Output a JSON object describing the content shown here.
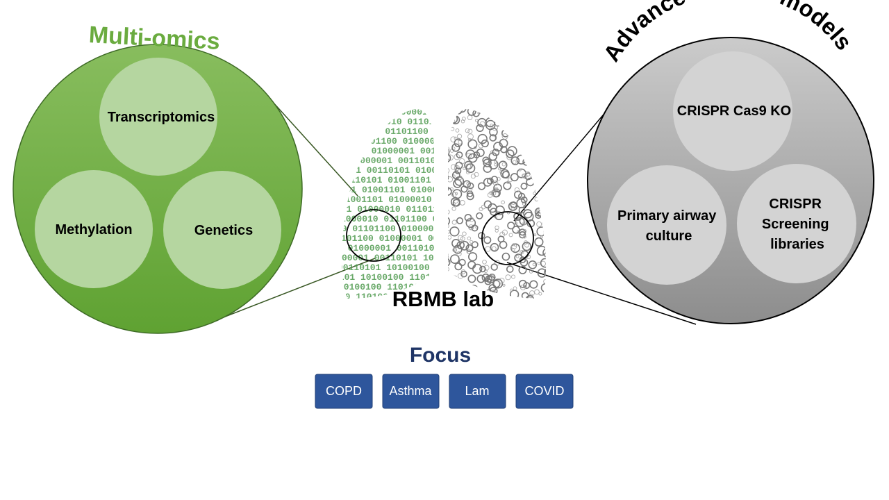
{
  "left_panel": {
    "title": "Multi-omics",
    "items": [
      "Transcriptomics",
      "Methylation",
      "Genetics"
    ]
  },
  "right_panel": {
    "title": "Advance cellular models",
    "items": [
      {
        "lines": [
          "CRISPR Cas9 KO"
        ]
      },
      {
        "lines": [
          "Primary airway",
          "culture"
        ]
      },
      {
        "lines": [
          "CRISPR",
          "Screening",
          "libraries"
        ]
      }
    ]
  },
  "center": {
    "lab_label": "RBMB lab",
    "binary_text": "01001101 01000010 01101100 01000001 00110101 01001101 01000010 01101100 01000001 00110101 10100100 11010010"
  },
  "focus": {
    "heading": "Focus",
    "buttons": [
      "COPD",
      "Asthma",
      "Lam",
      "COVID"
    ]
  },
  "colors": {
    "green_title": "#6aab3f",
    "green_circle_top": "#88bd5e",
    "green_circle_bottom": "#5fa232",
    "grey_circle_top": "#c8c8c8",
    "grey_circle_bottom": "#8f8f8f",
    "navy": "#1f3566",
    "button_blue": "#2e569c"
  }
}
